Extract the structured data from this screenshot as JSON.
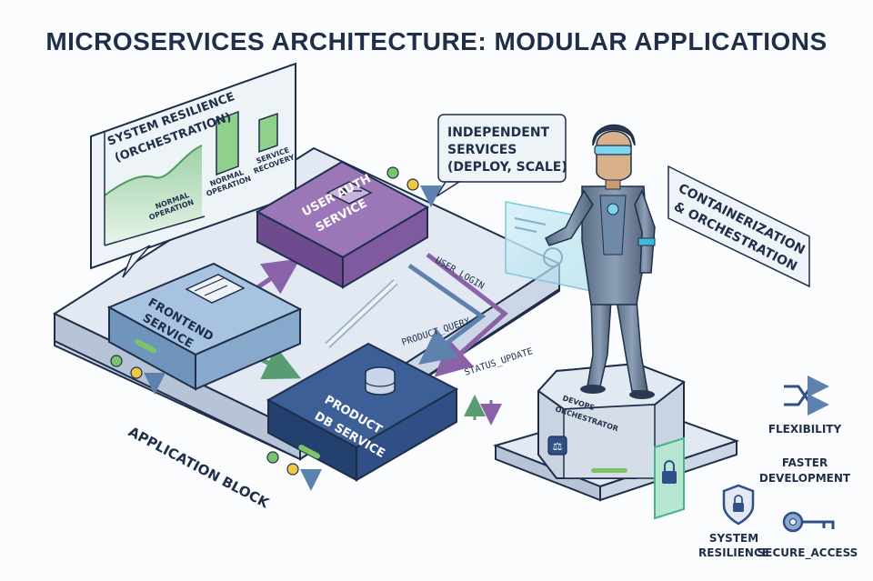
{
  "title": "MICROSERVICES ARCHITECTURE: MODULAR APPLICATIONS",
  "resilience_panel": {
    "heading_line1": "SYSTEM RESILIENCE",
    "heading_line2": "(ORCHESTRATION)",
    "normal_operation_label_line1": "NORMAL",
    "normal_operation_label_line2": "OPERATION",
    "bar_normal_label_line1": "NORMAL",
    "bar_normal_label_line2": "OPERATION",
    "bar_recovery_label_line1": "SERVICE",
    "bar_recovery_label_line2": "RECOVERY"
  },
  "independent_callout": {
    "line1": "INDEPENDENT",
    "line2": "SERVICES",
    "line3": "(DEPLOY, SCALE)"
  },
  "container_callout": {
    "line1": "CONTAINERIZATION",
    "line2": "& ORCHESTRATION"
  },
  "services": {
    "user_auth": {
      "line1": "USER AUTH",
      "line2": "SERVICE"
    },
    "frontend": {
      "line1": "FRONTEND",
      "line2": "SERVICE"
    },
    "product_db": {
      "line1": "PRODUCT",
      "line2": "DB SERVICE"
    }
  },
  "flows": {
    "user_login": "USER_LOGIN",
    "product_query": "PRODUCT_QUERY",
    "status_update": "STATUS_UPDATE"
  },
  "platform_label": "APPLICATION BLOCK",
  "orchestrator": {
    "line1": "DEVOPS",
    "line2": "ORCHESTRATOR"
  },
  "features": {
    "flexibility": "FLEXIBILITY",
    "faster_line1": "FASTER",
    "faster_line2": "DEVELOPMENT",
    "resilience_line1": "SYSTEM",
    "resilience_line2": "RESILIENCE",
    "secure_access": "SECURE_ACCESS"
  },
  "colors": {
    "navy": "#1f2f4a",
    "auth_purple": "#8a62a8",
    "frontend_blue": "#7aa1c8",
    "db_navy": "#2f4f86",
    "platform": "#e3e9f3",
    "status_green": "#7dc36b",
    "status_yellow": "#f2c744"
  }
}
